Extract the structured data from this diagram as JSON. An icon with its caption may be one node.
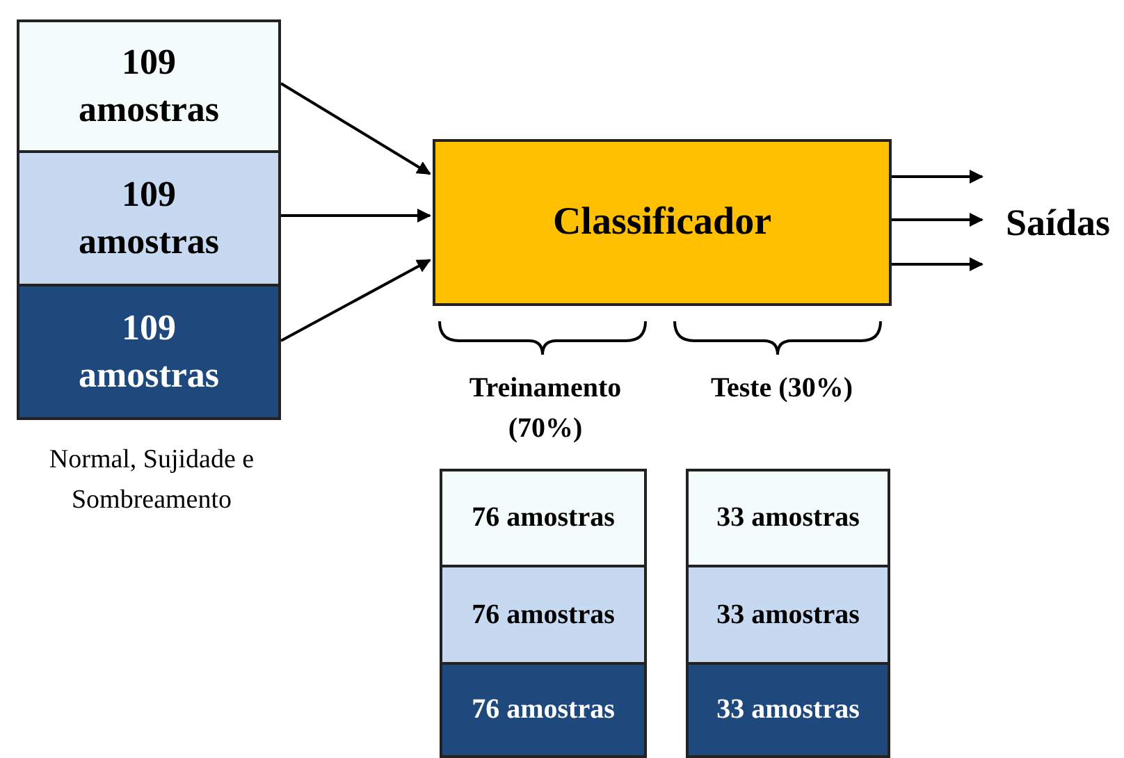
{
  "diagram": {
    "nodes": [
      {
        "text": [
          "109 amostras"
        ]
      },
      {
        "text": [
          "109 amostras"
        ]
      },
      {
        "text": [
          "109 amostras"
        ]
      },
      {
        "text": [
          "Classificador"
        ]
      },
      {
        "text": [
          "Saídas"
        ]
      },
      {
        "text": [
          "76 amostras"
        ]
      },
      {
        "text": [
          "76 amostras"
        ]
      },
      {
        "text": [
          "76 amostras"
        ]
      },
      {
        "text": [
          "33 amostras"
        ]
      },
      {
        "text": [
          "33 amostras"
        ]
      },
      {
        "text": [
          "33 amostras"
        ]
      }
    ],
    "edges": [
      {
        "from": 0,
        "to": 3,
        "arrow": "to"
      },
      {
        "from": 1,
        "to": 3,
        "arrow": "to"
      },
      {
        "from": 2,
        "to": 3,
        "arrow": "to"
      },
      {
        "from": 3,
        "to": 4,
        "arrow": "to"
      },
      {
        "from": 3,
        "to": 4,
        "arrow": "to"
      },
      {
        "from": 3,
        "to": 4,
        "arrow": "to"
      }
    ],
    "labels": [
      "Normal, Sujidade e Sombreamento",
      "Treinamento (70%)",
      "Teste (30%)"
    ]
  }
}
